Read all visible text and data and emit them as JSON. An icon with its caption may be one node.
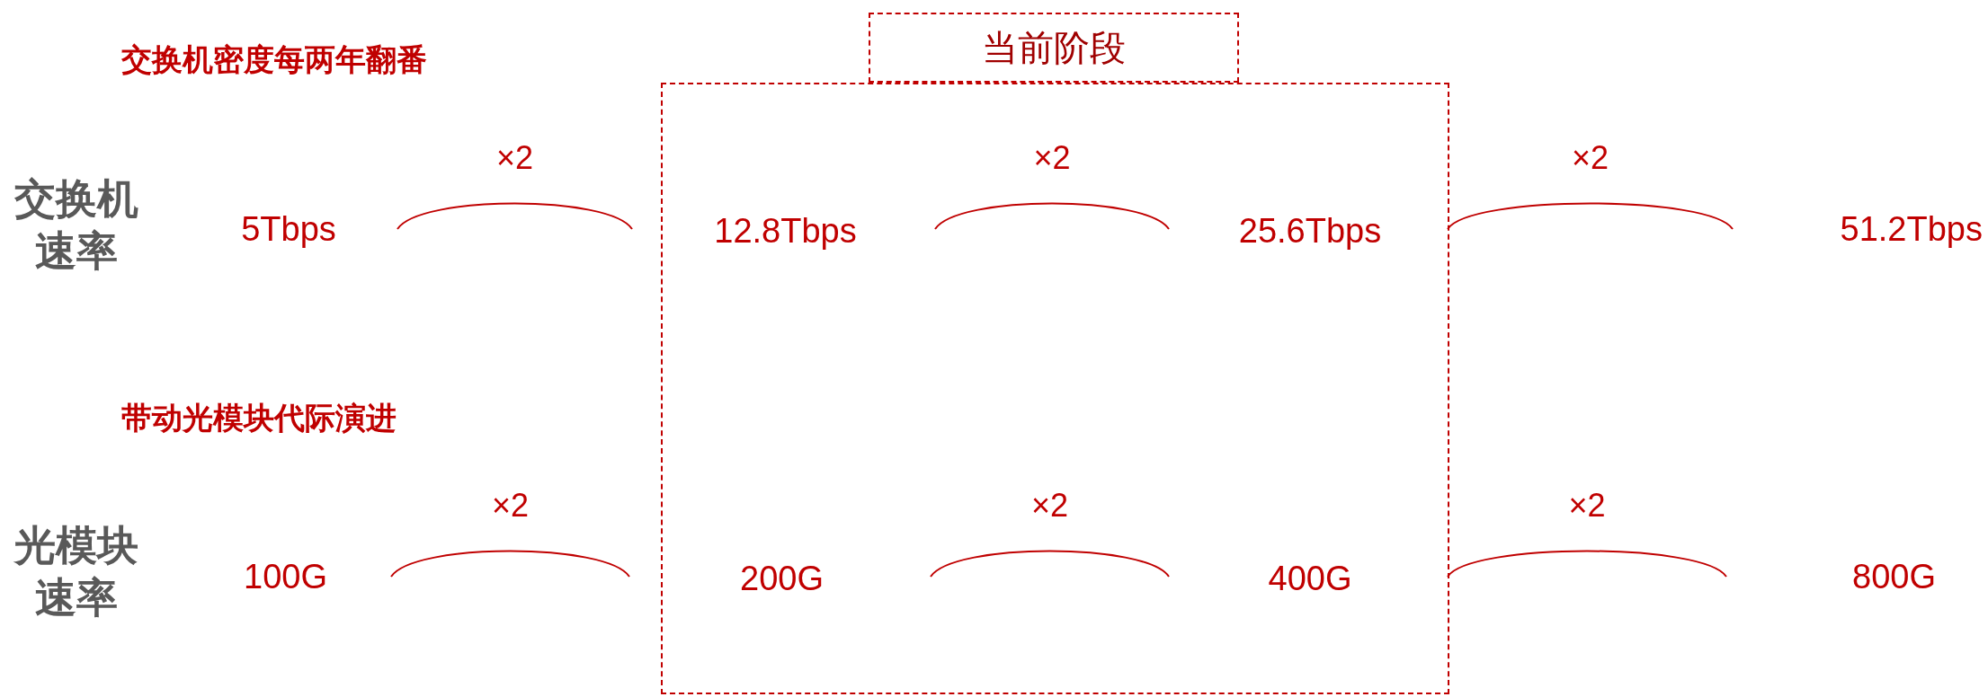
{
  "diagram": {
    "nodes": [
      {
        "text": [
          "当前阶段"
        ]
      },
      {
        "text": [],
        "shape": "box"
      },
      {
        "text": [
          "5Tbps"
        ]
      },
      {
        "text": [
          "12.8Tbps"
        ],
        "in": 1
      },
      {
        "text": [
          "25.6Tbps"
        ],
        "in": 1
      },
      {
        "text": [
          "51.2Tbps"
        ]
      },
      {
        "text": [
          "100G"
        ]
      },
      {
        "text": [
          "200G"
        ],
        "in": 1
      },
      {
        "text": [
          "400G"
        ],
        "in": 1
      },
      {
        "text": [
          "800G"
        ]
      }
    ],
    "edges": [
      {
        "from": 2,
        "to": 3,
        "arrow": "none",
        "label": "×2"
      },
      {
        "from": 3,
        "to": 4,
        "arrow": "none",
        "label": "×2"
      },
      {
        "from": 4,
        "to": 5,
        "arrow": "none",
        "label": "×2"
      },
      {
        "from": 6,
        "to": 7,
        "arrow": "none",
        "label": "×2"
      },
      {
        "from": 7,
        "to": 8,
        "arrow": "none",
        "label": "×2"
      },
      {
        "from": 8,
        "to": 9,
        "arrow": "none",
        "label": "×2"
      }
    ],
    "labels": [
      "交换机密度每两年翻番",
      "交换机速率",
      "带动光模块代际演进",
      "光模块速率"
    ]
  }
}
